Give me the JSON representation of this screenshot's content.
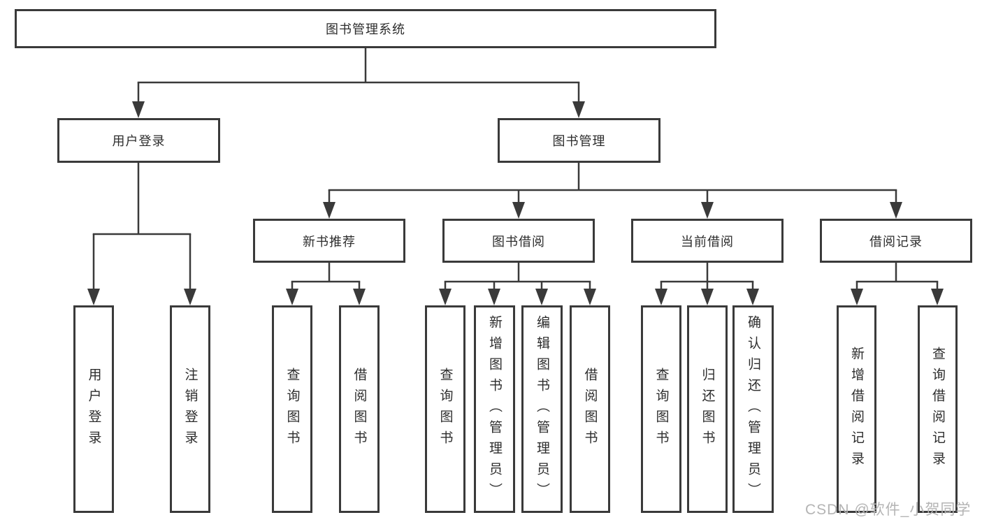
{
  "diagram": {
    "type": "tree",
    "title": "图书管理系统",
    "colors": {
      "line": "#3a3a3a",
      "box_border": "#3a3a3a",
      "box_fill": "#ffffff",
      "text": "#2d2d2d",
      "watermark": "#b4b4b4",
      "background": "#ffffff"
    },
    "root": {
      "label": "图书管理系统"
    },
    "level2": [
      {
        "label": "用户登录",
        "parent": "图书管理系统"
      },
      {
        "label": "图书管理",
        "parent": "图书管理系统"
      }
    ],
    "level3": [
      {
        "label": "新书推荐",
        "parent": "图书管理"
      },
      {
        "label": "图书借阅",
        "parent": "图书管理"
      },
      {
        "label": "当前借阅",
        "parent": "图书管理"
      },
      {
        "label": "借阅记录",
        "parent": "图书管理"
      }
    ],
    "leaves": [
      {
        "label": "用户登录",
        "parent": "用户登录"
      },
      {
        "label": "注销登录",
        "parent": "用户登录"
      },
      {
        "label": "查询图书",
        "parent": "新书推荐"
      },
      {
        "label": "借阅图书",
        "parent": "新书推荐"
      },
      {
        "label": "查询图书",
        "parent": "图书借阅"
      },
      {
        "label": "新增图书（管理员）",
        "parent": "图书借阅"
      },
      {
        "label": "编辑图书（管理员）",
        "parent": "图书借阅"
      },
      {
        "label": "借阅图书",
        "parent": "图书借阅"
      },
      {
        "label": "查询图书",
        "parent": "当前借阅"
      },
      {
        "label": "归还图书",
        "parent": "当前借阅"
      },
      {
        "label": "确认归还（管理员）",
        "parent": "当前借阅"
      },
      {
        "label": "新增借阅记录",
        "parent": "借阅记录"
      },
      {
        "label": "查询借阅记录",
        "parent": "借阅记录"
      }
    ]
  },
  "watermark": {
    "text": "CSDN @软件_小贺同学"
  }
}
